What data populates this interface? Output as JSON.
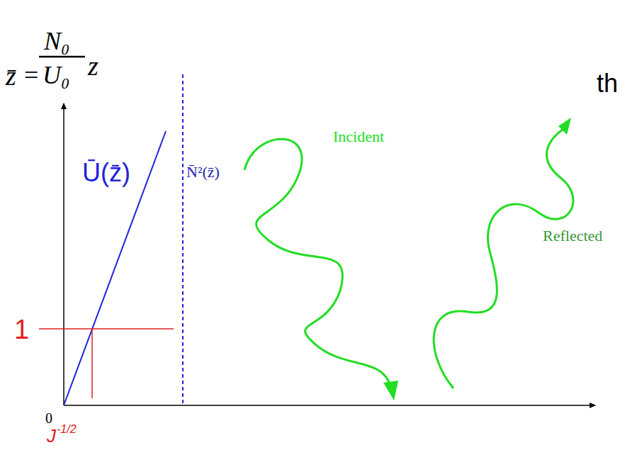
{
  "diagram": {
    "labels": [
      "z̄",
      "=",
      "N₀",
      "U₀",
      "z",
      "Ū(z̄)",
      "N̄²(z̄)",
      "Incident",
      "th",
      "Reflected",
      "1",
      "0",
      "J",
      "-1/2"
    ]
  }
}
